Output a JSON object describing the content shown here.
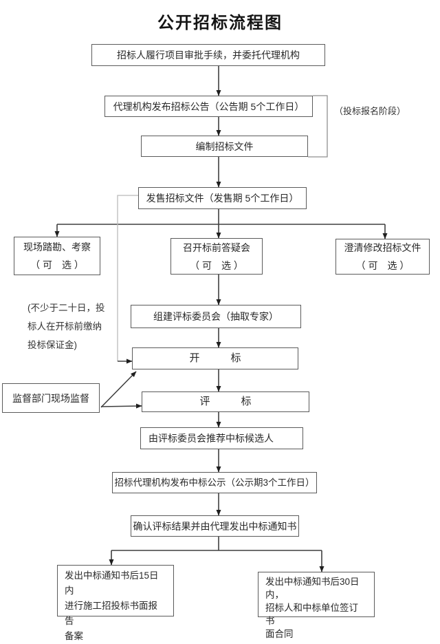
{
  "page": {
    "title": "公开招标流程图",
    "background": "#ffffff"
  },
  "colors": {
    "box_border": "#5a5a5a",
    "text": "#282828",
    "connector": "#3e3e3e",
    "arrowhead": "#1f1f1f",
    "faint_connector": "#b9b9b9",
    "bracket_line": "#8f8f8f"
  },
  "nodes": {
    "approval": {
      "label": "招标人履行项目审批手续，并委托代理机构"
    },
    "announcement": {
      "label": "代理机构发布招标公告（公告期 5个工作日）"
    },
    "prepare_docs": {
      "label": "编制招标文件"
    },
    "sell_docs": {
      "label": "发售招标文件（发售期 5个工作日）"
    },
    "site_survey": {
      "label": "现场踏勘、考察\n（ 可　选 ）"
    },
    "qa_meeting": {
      "label": "召开标前答疑会\n（ 可　选 ）"
    },
    "clarify": {
      "label": "澄清修改招标文件\n（ 可　选 ）"
    },
    "committee": {
      "label": "组建评标委员会（抽取专家）"
    },
    "bid_opening": {
      "label": "开　　　标"
    },
    "supervision": {
      "label": "监督部门现场监督"
    },
    "bid_evaluation": {
      "label": "评　　　标"
    },
    "recommend": {
      "label": "由评标委员会推荐中标候选人"
    },
    "publicity": {
      "label": "招标代理机构发布中标公示（公示期3个工作日）"
    },
    "confirm": {
      "label": "确认评标结果并由代理发出中标通知书"
    },
    "filing": {
      "label": "发出中标通知书后15日内\n进行施工招投标书面报告\n备案"
    },
    "contract": {
      "label": "发出中标通知书后30日内，\n招标人和中标单位签订书\n面合同"
    }
  },
  "notes": {
    "registration_phase": {
      "label": "（投标报名阶段）"
    },
    "bid_deposit": {
      "label": "(不少于二十日，投\n标人在开标前缴纳\n投标保证金)"
    }
  },
  "edges": [
    {
      "from": "approval",
      "to": "announcement"
    },
    {
      "from": "announcement",
      "to": "prepare_docs"
    },
    {
      "from": "prepare_docs",
      "to": "sell_docs"
    },
    {
      "from": "sell_docs",
      "to": "site_survey"
    },
    {
      "from": "sell_docs",
      "to": "qa_meeting"
    },
    {
      "from": "sell_docs",
      "to": "clarify"
    },
    {
      "from": "qa_meeting",
      "to": "committee"
    },
    {
      "from": "committee",
      "to": "bid_opening"
    },
    {
      "from": "sell_docs",
      "to": "bid_opening",
      "style": "faint-elbow"
    },
    {
      "from": "bid_opening",
      "to": "bid_evaluation"
    },
    {
      "from": "supervision",
      "to": "bid_opening",
      "style": "diagonal"
    },
    {
      "from": "supervision",
      "to": "bid_evaluation",
      "style": "diagonal"
    },
    {
      "from": "bid_evaluation",
      "to": "recommend"
    },
    {
      "from": "recommend",
      "to": "publicity"
    },
    {
      "from": "publicity",
      "to": "confirm"
    },
    {
      "from": "confirm",
      "to": "filing"
    },
    {
      "from": "confirm",
      "to": "contract"
    },
    {
      "type": "bracket",
      "nodes": [
        "announcement",
        "prepare_docs"
      ],
      "note": "registration_phase"
    }
  ]
}
